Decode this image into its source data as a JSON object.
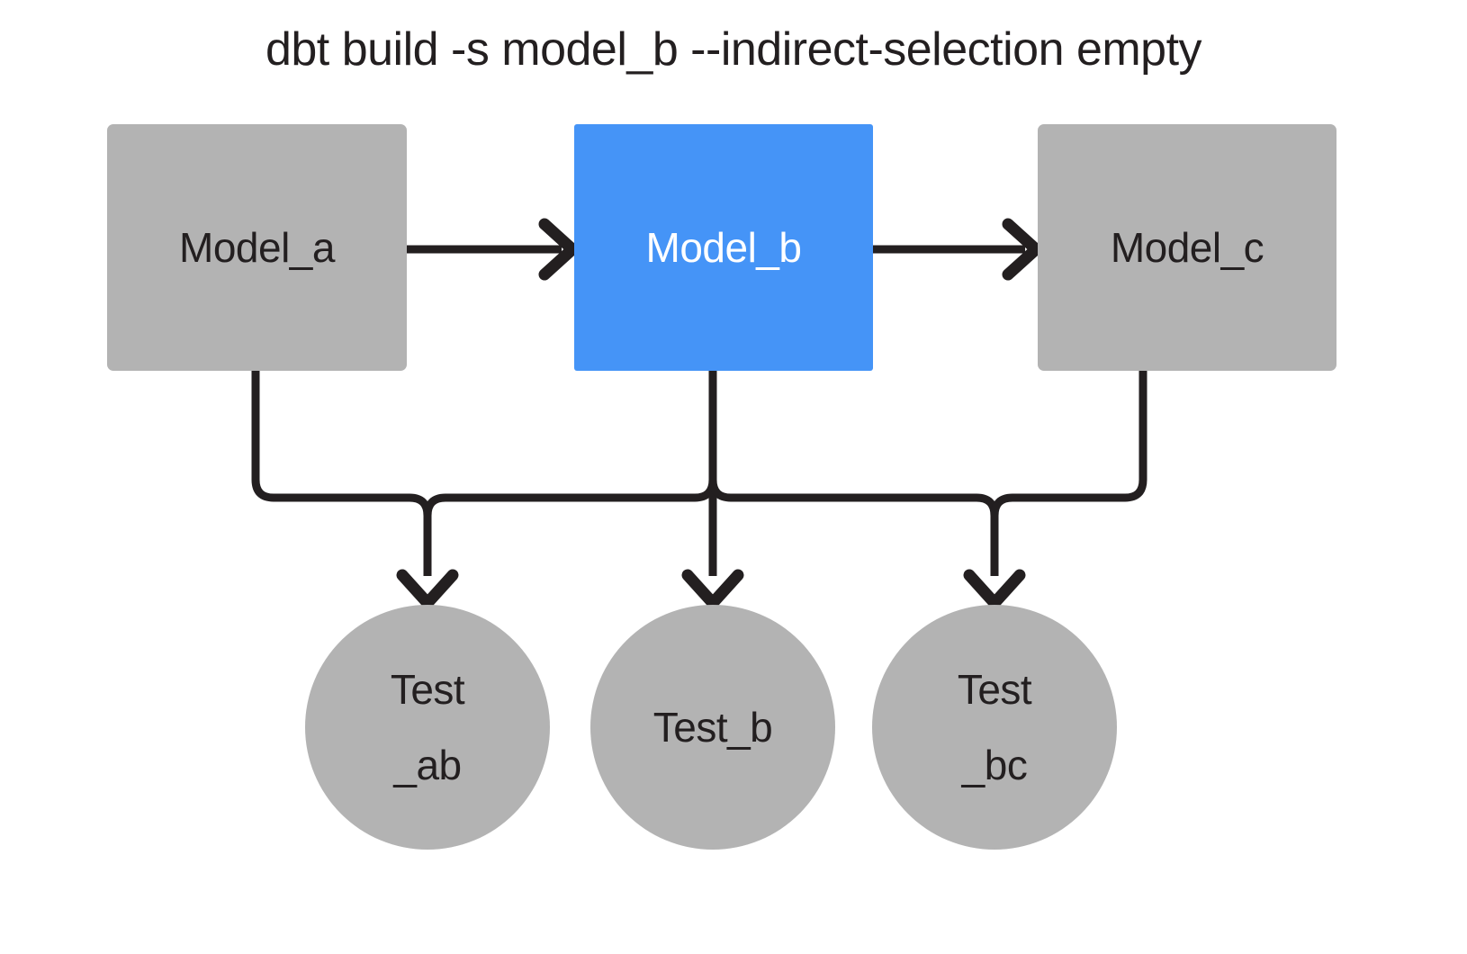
{
  "diagram": {
    "title": "dbt build -s model_b --indirect-selection empty",
    "background_color": "#ffffff",
    "edge_color": "#231f20",
    "colors": {
      "node_default": "#b3b3b3",
      "node_selected": "#4594f7",
      "text_default": "#231f20",
      "text_selected": "#ffffff"
    },
    "models": [
      {
        "id": "model_a",
        "label": "Model_a",
        "shape": "rectangle",
        "fill": "#b3b3b3",
        "text_color": "#231f20",
        "selected": false
      },
      {
        "id": "model_b",
        "label": "Model_b",
        "shape": "rectangle",
        "fill": "#4594f7",
        "text_color": "#ffffff",
        "selected": true
      },
      {
        "id": "model_c",
        "label": "Model_c",
        "shape": "rectangle",
        "fill": "#b3b3b3",
        "text_color": "#231f20",
        "selected": false
      }
    ],
    "tests": [
      {
        "id": "test_ab",
        "label": "Test\n_ab",
        "shape": "circle",
        "fill": "#b3b3b3",
        "text_color": "#231f20",
        "selected": false
      },
      {
        "id": "test_b",
        "label": "Test_b",
        "shape": "circle",
        "fill": "#b3b3b3",
        "text_color": "#231f20",
        "selected": false
      },
      {
        "id": "test_bc",
        "label": "Test\n_bc",
        "shape": "circle",
        "fill": "#b3b3b3",
        "text_color": "#231f20",
        "selected": false
      }
    ],
    "edges": [
      {
        "from": "model_a",
        "to": "model_b",
        "style": "straight-arrow"
      },
      {
        "from": "model_b",
        "to": "model_c",
        "style": "straight-arrow"
      },
      {
        "from": "model_a",
        "to": "test_ab",
        "style": "elbow-arrow"
      },
      {
        "from": "model_b",
        "to": "test_ab",
        "style": "elbow-arrow"
      },
      {
        "from": "model_b",
        "to": "test_b",
        "style": "straight-arrow"
      },
      {
        "from": "model_b",
        "to": "test_bc",
        "style": "elbow-arrow"
      },
      {
        "from": "model_c",
        "to": "test_bc",
        "style": "elbow-arrow"
      }
    ]
  }
}
